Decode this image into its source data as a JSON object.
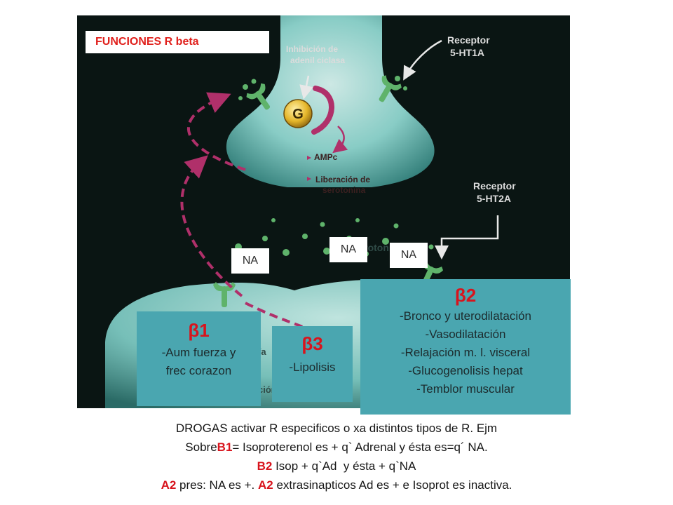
{
  "title": "FUNCIONES R beta",
  "diagram": {
    "labels": {
      "inhibition": [
        "Inhibición de",
        "adenil ciclasa"
      ],
      "receptor_top": [
        "Receptor",
        "5-HT1A"
      ],
      "receptor_mid": [
        "Receptor",
        "5-HT2A"
      ],
      "g_protein": "G",
      "ampc": "AMPc",
      "release": [
        "Liberación de",
        "serotonina"
      ],
      "serotonina_partial": "Serotonina",
      "partial_bottom": [
        "fa",
        "ción"
      ]
    },
    "colors": {
      "background": "#0a1513",
      "neuron": "#8fd6cf",
      "receptor": "#5fb36b",
      "g_protein": "#e5b62a",
      "arrow": "#b0306a"
    }
  },
  "na_labels": [
    "NA",
    "NA",
    "NA"
  ],
  "boxes": {
    "b1": {
      "heading": "β1",
      "lines": [
        "-Aum fuerza y",
        "frec corazon"
      ]
    },
    "b3": {
      "heading": "β3",
      "lines": [
        "-Lipolisis"
      ]
    },
    "b2": {
      "heading": "β2",
      "lines": [
        "-Bronco y uterodilatación",
        "-Vasodilatación",
        "-Relajación m. l. visceral",
        "-Glucogenolisis hepat",
        "-Temblor muscular"
      ]
    }
  },
  "caption": {
    "line1": "DROGAS activar R especificos o xa distintos tipos de R. Ejm",
    "line2_pre": "Sobre",
    "line2_hl": "B1",
    "line2_post": "= Isoproterenol es + q` Adrenal y ésta es=q´ NA.",
    "line3_hl": "B2",
    "line3_post": " Isop + q`Ad  y ésta + q`NA",
    "line4_hl1": "A2",
    "line4_mid": " pres: NA es +. ",
    "line4_hl2": "A2",
    "line4_post": " extrasinapticos Ad es + e Isoprot es inactiva."
  }
}
